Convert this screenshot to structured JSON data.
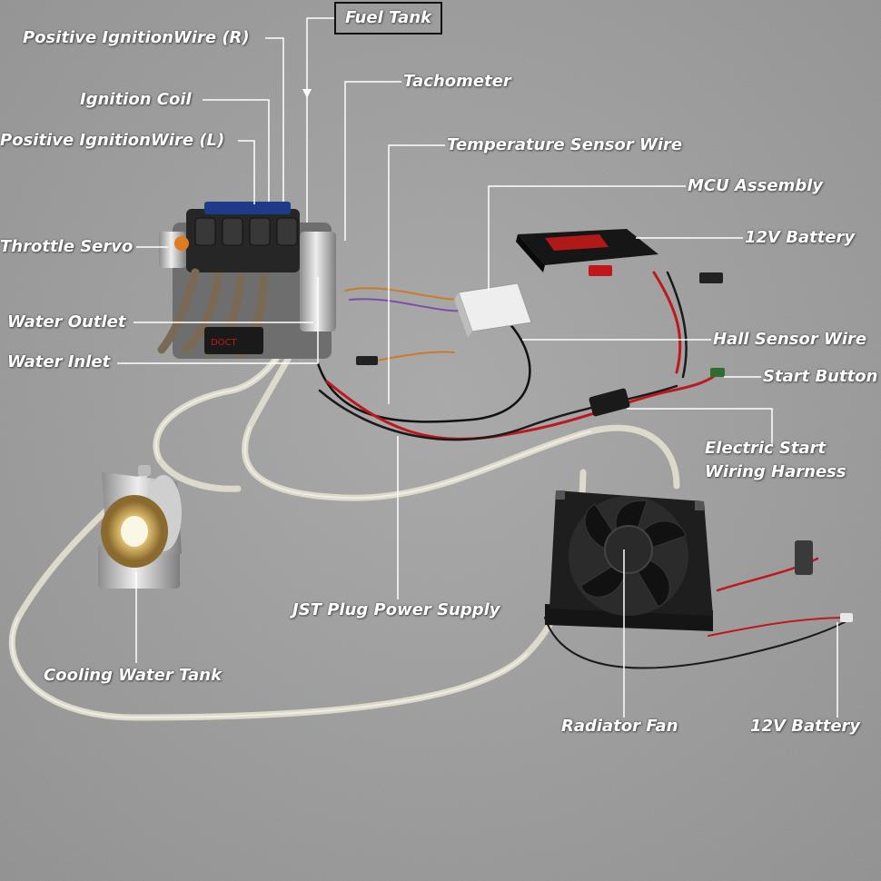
{
  "colors": {
    "carpet": "#9d9d9d",
    "label_text": "#ffffff",
    "leader_line": "#ffffff",
    "wire_red": "#c0171c",
    "wire_black": "#111111",
    "tube": "#d9d6c8",
    "metal": "#c9c9c9"
  },
  "labels": {
    "fuel_tank": "Fuel Tank",
    "positive_ignition_wire_r": "Positive IgnitionWire (R)",
    "ignition_coil": "Ignition Coil",
    "positive_ignition_wire_l": "Positive IgnitionWire (L)",
    "tachometer": "Tachometer",
    "temperature_sensor_wire": "Temperature Sensor Wire",
    "mcu_assembly": "MCU Assembly",
    "battery_top": "12V Battery",
    "throttle_servo": "Throttle Servo",
    "water_outlet": "Water Outlet",
    "water_inlet": "Water Inlet",
    "hall_sensor_wire": "Hall Sensor Wire",
    "start_button": "Start Button",
    "electric_start_line1": "Electric Start",
    "electric_start_line2": "Wiring Harness",
    "jst_plug": "JST Plug Power Supply",
    "cooling_water_tank": "Cooling Water Tank",
    "radiator_fan": "Radiator Fan",
    "battery_bottom": "12V Battery"
  }
}
